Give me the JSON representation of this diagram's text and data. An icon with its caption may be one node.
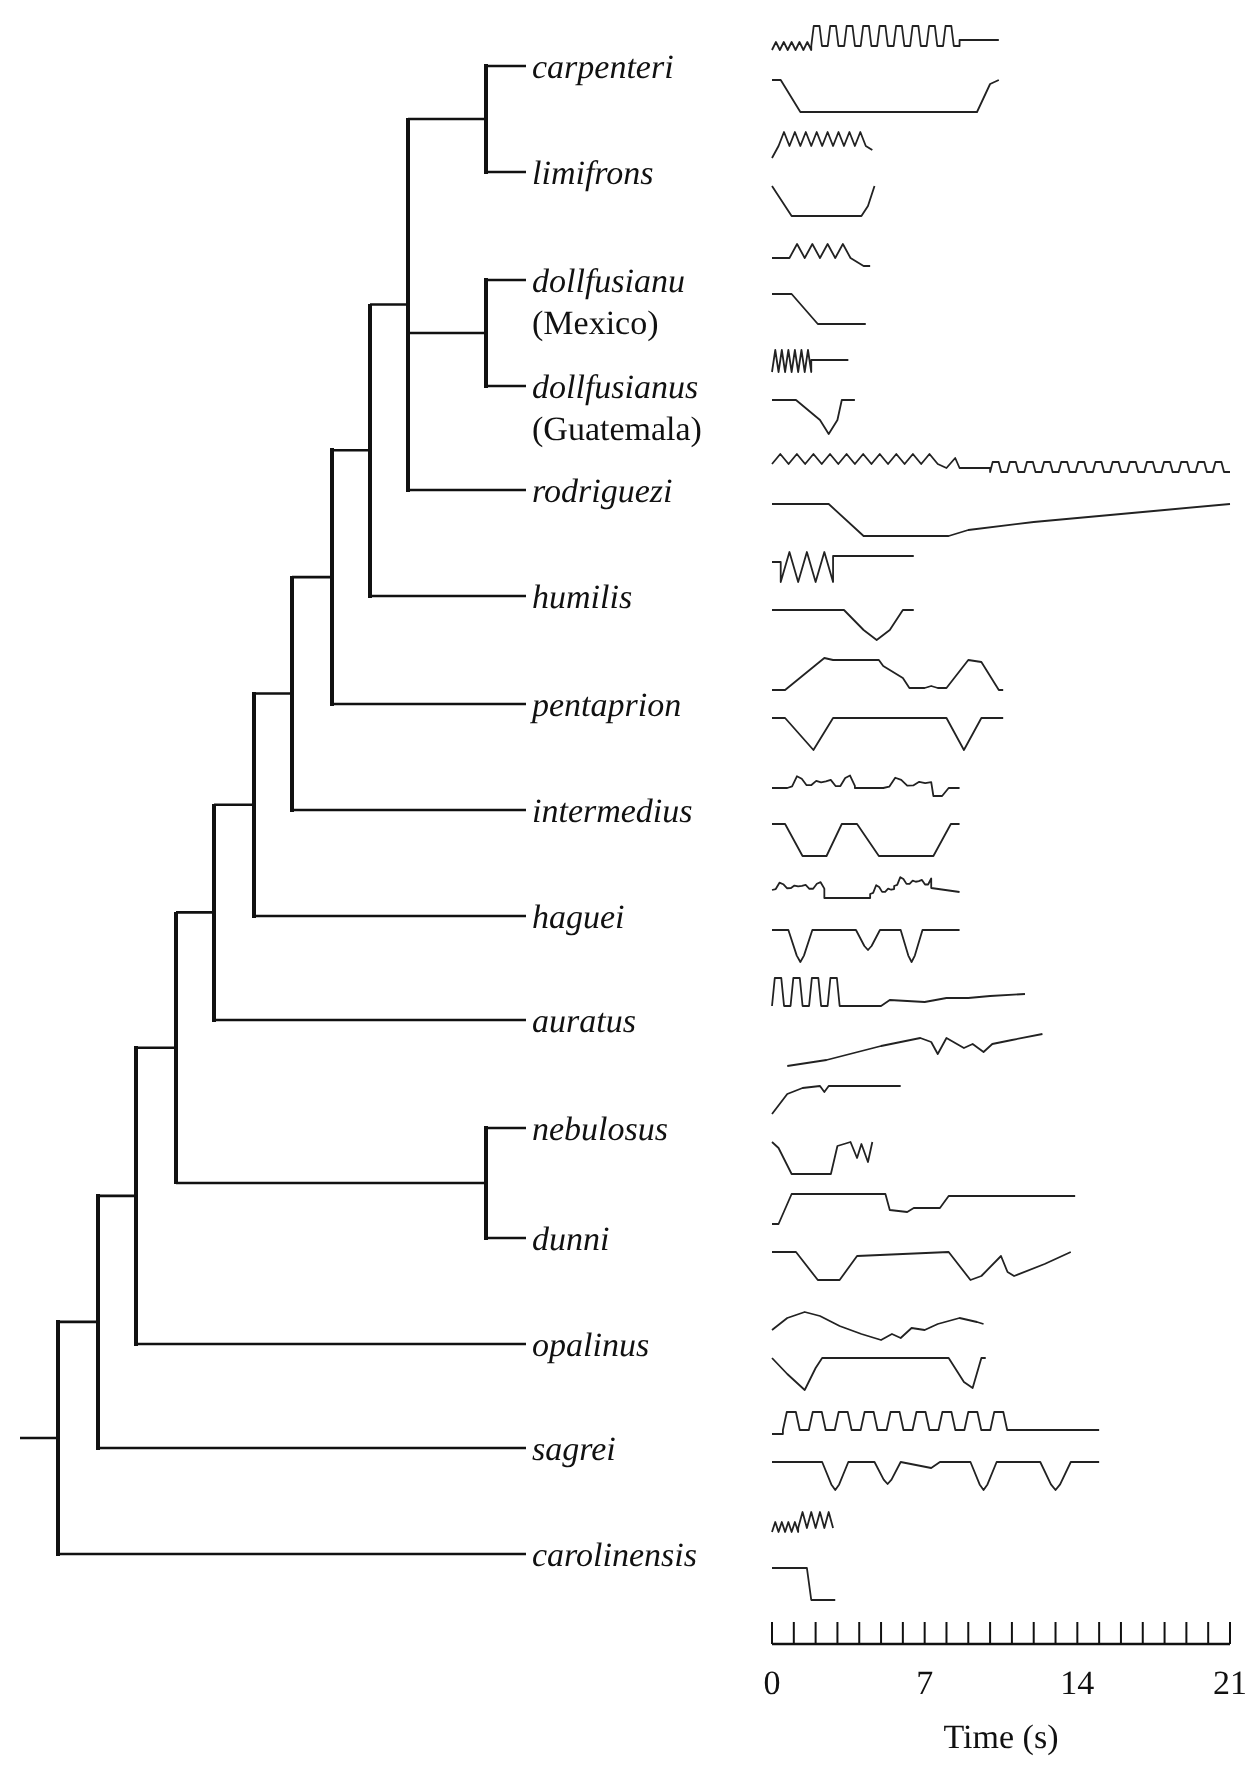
{
  "diagram": {
    "nodes": [
      {
        "text": [
          "carpenteri"
        ]
      },
      {
        "text": [
          "limifrons"
        ]
      },
      {
        "text": [
          "dollfusianu",
          "(Mexico)"
        ]
      },
      {
        "text": [
          "dollfusianus",
          "(Guatemala)"
        ]
      },
      {
        "text": [
          "rodriguezi"
        ]
      },
      {
        "text": [
          "humilis"
        ]
      },
      {
        "text": [
          "pentaprion"
        ]
      },
      {
        "text": [
          "intermedius"
        ]
      },
      {
        "text": [
          "haguei"
        ]
      },
      {
        "text": [
          "auratus"
        ]
      },
      {
        "text": [
          "nebulosus"
        ]
      },
      {
        "text": [
          "dunni"
        ]
      },
      {
        "text": [
          "opalinus"
        ]
      },
      {
        "text": [
          "sagrei"
        ]
      },
      {
        "text": [
          "carolinensis"
        ]
      },
      {
        "text": [],
        "shape": "bar"
      },
      {
        "text": [],
        "shape": "bar"
      },
      {
        "text": [],
        "shape": "bar"
      },
      {
        "text": [],
        "shape": "bar"
      },
      {
        "text": [],
        "shape": "bar"
      },
      {
        "text": [],
        "shape": "bar"
      },
      {
        "text": [],
        "shape": "bar"
      },
      {
        "text": [],
        "shape": "bar"
      },
      {
        "text": [],
        "shape": "bar"
      },
      {
        "text": [],
        "shape": "bar"
      },
      {
        "text": [],
        "shape": "bar"
      },
      {
        "text": [],
        "shape": "bar"
      },
      {
        "text": [],
        "shape": "bar"
      }
    ],
    "edges": [
      {
        "from": null,
        "to": 15,
        "arrow": "none"
      },
      {
        "from": 15,
        "to": 16,
        "arrow": "none"
      },
      {
        "from": 15,
        "to": 14,
        "arrow": "none"
      },
      {
        "from": 16,
        "to": 17,
        "arrow": "none"
      },
      {
        "from": 16,
        "to": 13,
        "arrow": "none"
      },
      {
        "from": 17,
        "to": 18,
        "arrow": "none"
      },
      {
        "from": 17,
        "to": 12,
        "arrow": "none"
      },
      {
        "from": 18,
        "to": 19,
        "arrow": "none"
      },
      {
        "from": 18,
        "to": 27,
        "arrow": "none"
      },
      {
        "from": 19,
        "to": 20,
        "arrow": "none"
      },
      {
        "from": 19,
        "to": 9,
        "arrow": "none"
      },
      {
        "from": 20,
        "to": 21,
        "arrow": "none"
      },
      {
        "from": 20,
        "to": 8,
        "arrow": "none"
      },
      {
        "from": 21,
        "to": 22,
        "arrow": "none"
      },
      {
        "from": 21,
        "to": 7,
        "arrow": "none"
      },
      {
        "from": 22,
        "to": 23,
        "arrow": "none"
      },
      {
        "from": 22,
        "to": 6,
        "arrow": "none"
      },
      {
        "from": 23,
        "to": 24,
        "arrow": "none"
      },
      {
        "from": 23,
        "to": 5,
        "arrow": "none"
      },
      {
        "from": 24,
        "to": 25,
        "arrow": "none"
      },
      {
        "from": 24,
        "to": 26,
        "arrow": "none"
      },
      {
        "from": 24,
        "to": 4,
        "arrow": "none"
      },
      {
        "from": 25,
        "to": 0,
        "arrow": "none"
      },
      {
        "from": 25,
        "to": 1,
        "arrow": "none"
      },
      {
        "from": 26,
        "to": 2,
        "arrow": "none"
      },
      {
        "from": 26,
        "to": 3,
        "arrow": "none"
      },
      {
        "from": 27,
        "to": 10,
        "arrow": "none"
      },
      {
        "from": 27,
        "to": 11,
        "arrow": "none"
      }
    ],
    "labels": [
      "0",
      "7",
      "14",
      "21",
      "Time (s)"
    ]
  }
}
